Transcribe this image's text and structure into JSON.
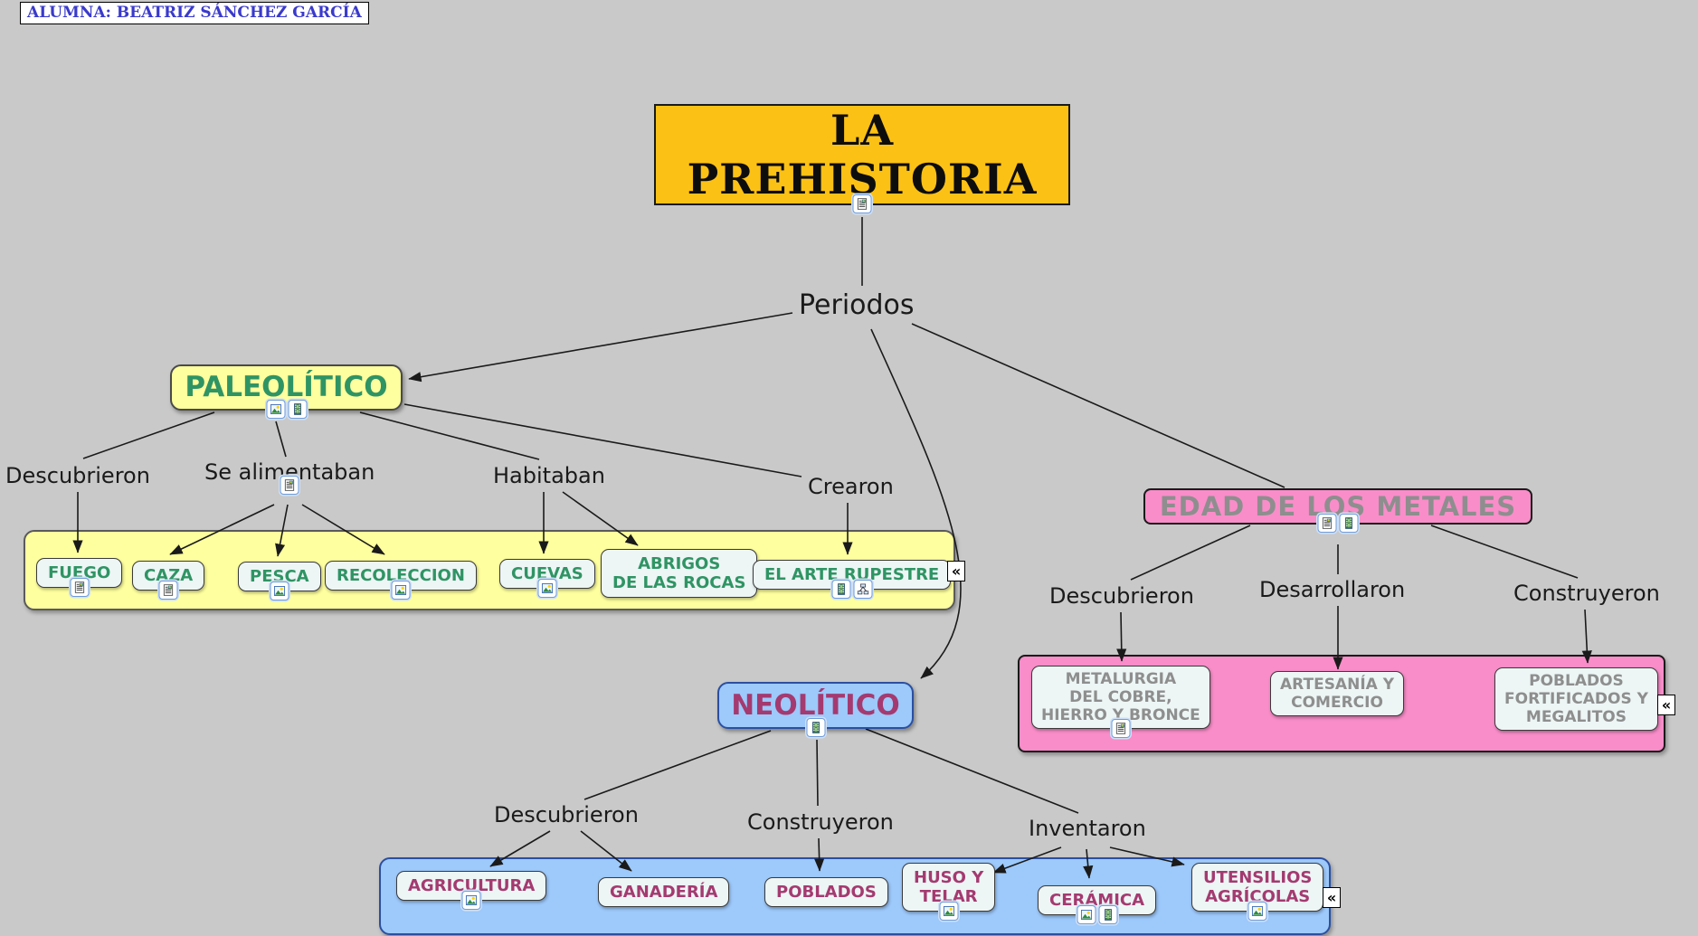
{
  "ui": {
    "collapse_glyph": "«"
  },
  "student_label": "ALUMNA: BEATRIZ SÁNCHEZ GARCÍA",
  "root": {
    "title": "LA PREHISTORIA",
    "link_label": "Periodos",
    "icons": [
      "document-icon"
    ]
  },
  "paleolitico": {
    "label": "PALEOLÍTICO",
    "icons": [
      "image-icon",
      "film-icon"
    ],
    "links": {
      "descubrieron": "Descubrieron",
      "se_alimentaban": "Se alimentaban",
      "habitaban": "Habitaban",
      "crearon": "Crearon"
    },
    "se_alimentaban_icons": [
      "document-icon"
    ],
    "children": [
      {
        "label": "FUEGO",
        "icons": [
          "document-icon"
        ]
      },
      {
        "label": "CAZA",
        "icons": [
          "document-icon"
        ]
      },
      {
        "label": "PESCA",
        "icons": [
          "image-icon"
        ]
      },
      {
        "label": "RECOLECCION",
        "icons": [
          "image-icon"
        ]
      },
      {
        "label": "CUEVAS",
        "icons": [
          "image-icon"
        ]
      },
      {
        "label": "ABRIGOS\nDE LAS ROCAS",
        "icons": []
      },
      {
        "label": "EL ARTE RUPESTRE",
        "icons": [
          "film-icon",
          "cmap-icon"
        ]
      }
    ]
  },
  "neolitico": {
    "label": "NEOLÍTICO",
    "icons": [
      "film-icon"
    ],
    "links": {
      "descubrieron": "Descubrieron",
      "construyeron": "Construyeron",
      "inventaron": "Inventaron"
    },
    "children": [
      {
        "label": "AGRICULTURA",
        "icons": [
          "image-icon"
        ]
      },
      {
        "label": "GANADERÍA",
        "icons": []
      },
      {
        "label": "POBLADOS",
        "icons": []
      },
      {
        "label": "HUSO Y\nTELAR",
        "icons": [
          "image-icon"
        ]
      },
      {
        "label": "CERÁMICA",
        "icons": [
          "image-icon",
          "film-icon"
        ]
      },
      {
        "label": "UTENSILIOS\nAGRÍCOLAS",
        "icons": [
          "image-icon"
        ]
      }
    ]
  },
  "metales": {
    "label": "EDAD DE LOS METALES",
    "icons": [
      "document-icon",
      "film-icon"
    ],
    "links": {
      "descubrieron": "Descubrieron",
      "desarrollaron": "Desarrollaron",
      "construyeron": "Construyeron"
    },
    "children": [
      {
        "label": "METALURGIA\nDEL COBRE,\nHIERRO Y BRONCE",
        "icons": [
          "document-icon"
        ]
      },
      {
        "label": "ARTESANÍA Y\nCOMERCIO",
        "icons": []
      },
      {
        "label": "POBLADOS\nFORTIFICADOS Y\nMEGALITOS",
        "icons": []
      }
    ]
  },
  "colors": {
    "background": "#c9c9c9",
    "title_fill": "#fcc115",
    "yellow_fill": "#feff9e",
    "blue_fill": "#9dc9fb",
    "pink_fill": "#f98dc9",
    "child_fill": "#edf5f5",
    "green_text": "#2f9464",
    "magenta_text": "#a43a70",
    "gray_text": "#8e8e8e",
    "student_text": "#3a3acc"
  }
}
